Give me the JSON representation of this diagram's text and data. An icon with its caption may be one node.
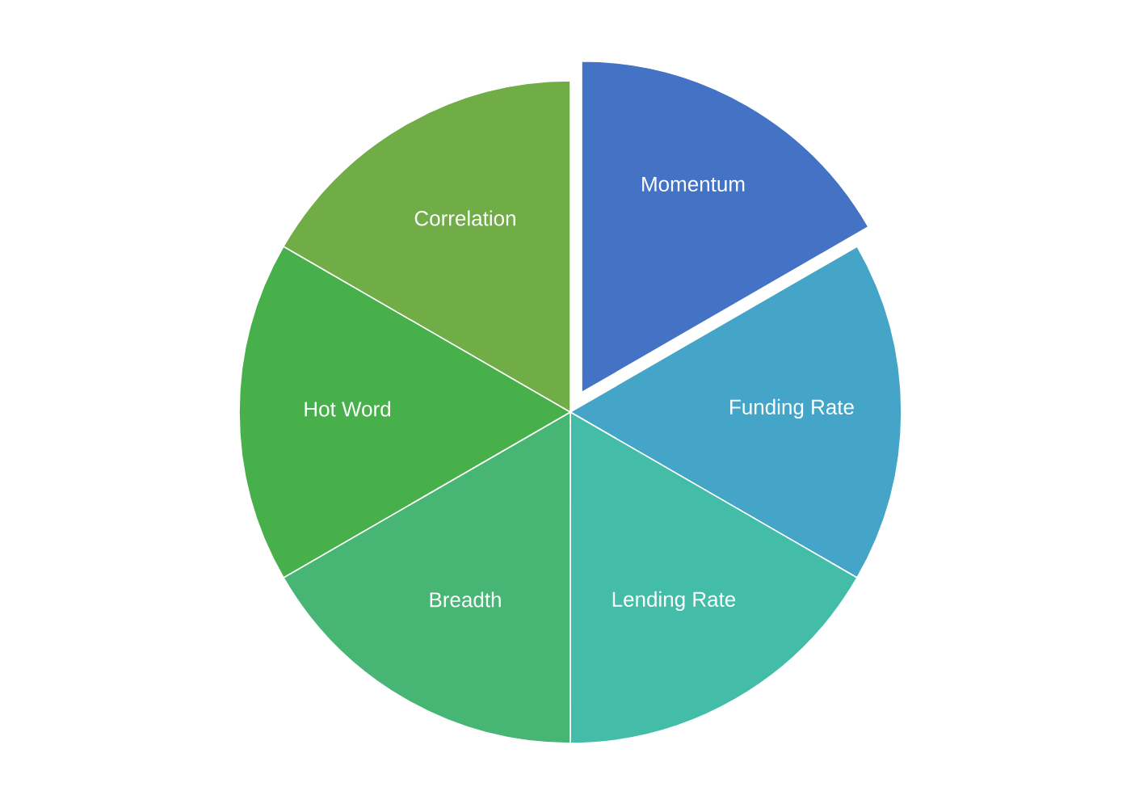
{
  "diagram": {
    "nodes": [
      {
        "text": [
          "Momentum"
        ]
      },
      {
        "text": [
          "Funding Rate"
        ]
      },
      {
        "text": [
          "Lending Rate"
        ]
      },
      {
        "text": [
          "Breadth"
        ]
      },
      {
        "text": [
          "Hot Word"
        ]
      },
      {
        "text": [
          "Correlation"
        ]
      }
    ]
  }
}
